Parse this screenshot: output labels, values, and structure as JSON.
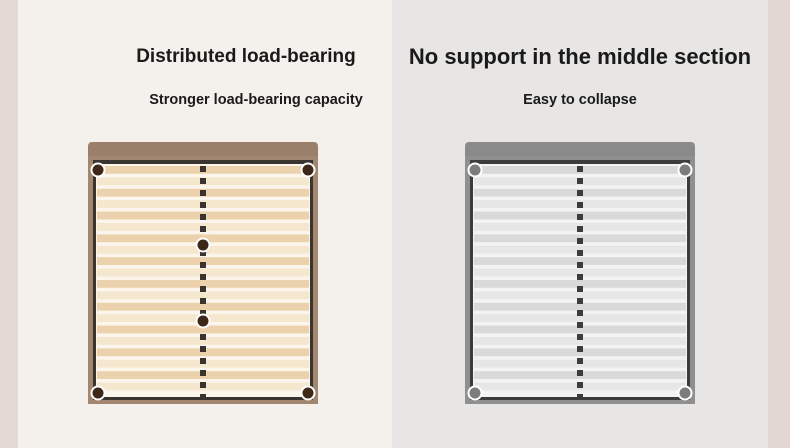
{
  "left_panel": {
    "title": "Distributed load-bearing",
    "subtitle": "Stronger load-bearing capacity",
    "colors": {
      "headboard": "#9a806a",
      "frame_border": "#a1876f",
      "frame_inner": "#3a3430",
      "slat_a": "#ebd2ac",
      "slat_b": "#f5e6ce",
      "slat_gap": "#fbf5ec",
      "node_fill": "#3d2818",
      "node_ring": "#ffffff"
    }
  },
  "right_panel": {
    "title": "No support in the middle section",
    "subtitle": "Easy to collapse",
    "colors": {
      "headboard": "#8a8a8a",
      "frame_border": "#8f8f8f",
      "frame_inner": "#3c3c3c",
      "slat_a": "#d9d9d9",
      "slat_b": "#e6e6e6",
      "slat_gap": "#f3f3f3",
      "node_fill": "#7c7c7c",
      "node_ring": "#ffffff"
    }
  }
}
